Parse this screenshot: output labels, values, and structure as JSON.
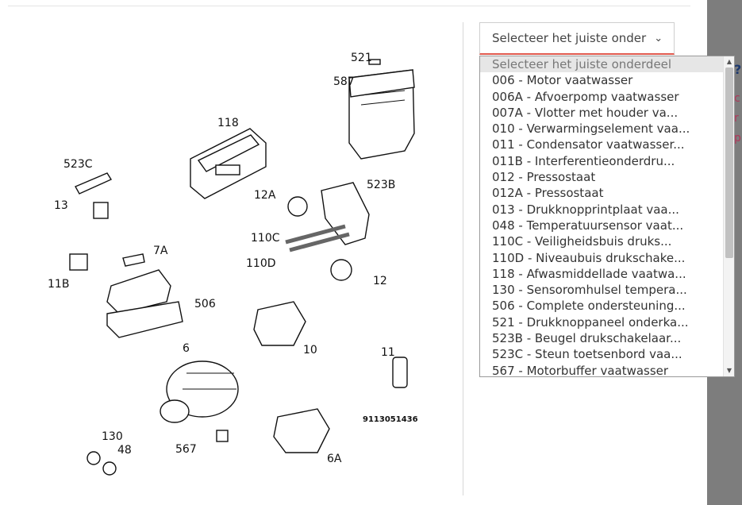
{
  "diagram": {
    "code": "9113051436",
    "labels": [
      "521",
      "587",
      "118",
      "523C",
      "13",
      "12A",
      "523B",
      "110C",
      "110D",
      "12",
      "11B",
      "7A",
      "506",
      "6",
      "10",
      "11",
      "130",
      "48",
      "567",
      "6A"
    ]
  },
  "select": {
    "button_label": "Selecteer het juiste onder",
    "options": [
      "Selecteer het juiste onderdeel",
      "006 - Motor vaatwasser",
      "006A - Afvoerpomp vaatwasser",
      "007A - Vlotter met houder va...",
      "010 - Verwarmingselement vaa...",
      "011 - Condensator vaatwasser...",
      "011B - Interferentieonderdru...",
      "012 - Pressostaat",
      "012A - Pressostaat",
      "013 - Drukknopprintplaat vaa...",
      "048 - Temperatuursensor vaat...",
      "110C - Veiligheidsbuis druks...",
      "110D - Niveaubuis drukschake...",
      "118 - Afwasmiddellade vaatwa...",
      "130 - Sensoromhulsel tempera...",
      "506 - Complete ondersteuning...",
      "521 - Drukknoppaneel onderka...",
      "523B - Beugel drukschakelaar...",
      "523C - Steun toetsenbord vaa...",
      "567 - Motorbuffer vaatwasser"
    ]
  },
  "background_hint": {
    "q": "?",
    "letters": [
      "c",
      "r",
      "p"
    ]
  },
  "colors": {
    "accent": "#e05a4e",
    "overlay": "#7d7d7d"
  }
}
